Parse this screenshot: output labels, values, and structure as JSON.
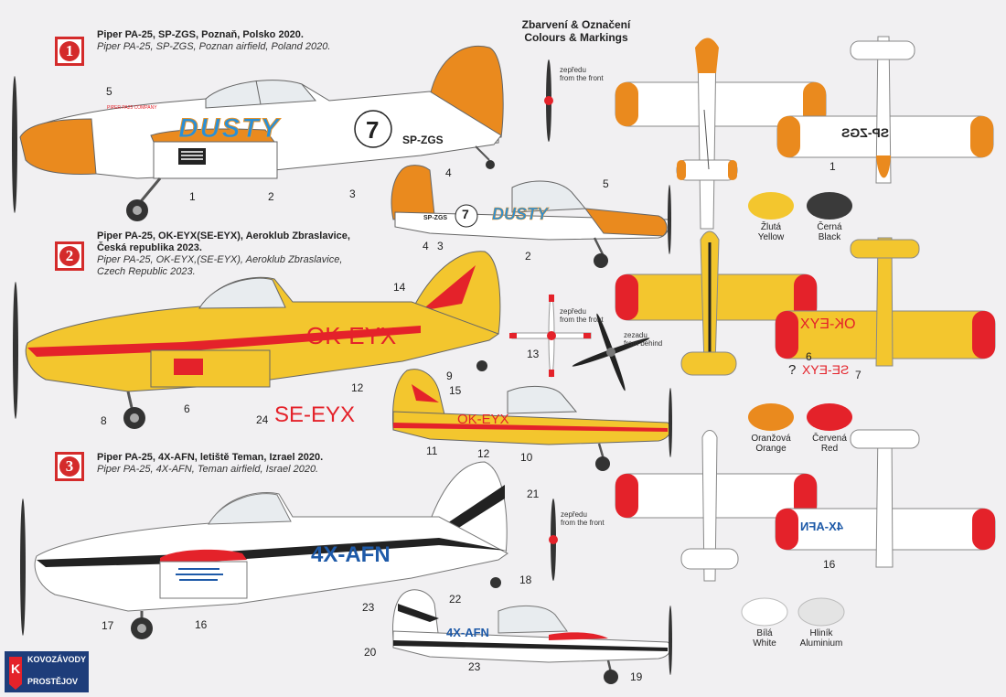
{
  "title": {
    "cz": "Zbarvení & Označení",
    "en": "Colours & Markings"
  },
  "schemes": [
    {
      "badge": "1",
      "line1": "Piper PA-25, SP-ZGS, Poznaň, Polsko 2020.",
      "line2": "",
      "line3": "Piper PA-25, SP-ZGS, Poznan airfield, Poland 2020.",
      "line4": ""
    },
    {
      "badge": "2",
      "line1": "Piper PA-25, OK-EYX(SE-EYX), Aeroklub Zbraslavice,",
      "line2": "Česká republika 2023.",
      "line3": "Piper PA-25, OK-EYX,(SE-EYX), Aeroklub Zbraslavice,",
      "line4": "Czech Republic 2023."
    },
    {
      "badge": "3",
      "line1": "Piper PA-25, 4X-AFN, letiště Teman, Izrael 2020.",
      "line2": "",
      "line3": "Piper PA-25, 4X-AFN, Teman airfield, Israel 2020.",
      "line4": ""
    }
  ],
  "registrations": {
    "sp": "SP-ZGS",
    "ok": "OK-EYX",
    "se": "SE-EYX",
    "x4": "4X-AFN",
    "ok_mirror": "OK-EYX",
    "se_mirror": "SE-EYX",
    "sp_mirror": "SP-ZGS",
    "x4_mirror": "4X-AFN"
  },
  "markings": {
    "dusty": "DUSTY",
    "race_no": "7",
    "tiny_text": "PIPER PA25 COMPANY",
    "question": "?"
  },
  "views": {
    "front1": {
      "cz": "zepředu",
      "en": "from the front"
    },
    "front2": {
      "cz": "zepředu",
      "en": "from the front"
    },
    "behind2": {
      "cz": "zezadu",
      "en": "from behind"
    },
    "front3": {
      "cz": "zepředu",
      "en": "from the front"
    }
  },
  "swatches": [
    {
      "cz": "Žlutá",
      "en": "Yellow",
      "color": "#f3c62e"
    },
    {
      "cz": "Černá",
      "en": "Black",
      "color": "#3a3a3a"
    },
    {
      "cz": "Oranžová",
      "en": "Orange",
      "color": "#ea8a1e"
    },
    {
      "cz": "Červená",
      "en": "Red",
      "color": "#e4222a"
    },
    {
      "cz": "Bílá",
      "en": "White",
      "color": "#ffffff"
    },
    {
      "cz": "Hliník",
      "en": "Aluminium",
      "color": "#e4e4e4"
    }
  ],
  "callouts": [
    "5",
    "1",
    "2",
    "3",
    "4",
    "7",
    "SP-ZGS",
    "5",
    "4",
    "3",
    "2",
    "1",
    "14",
    "12",
    "9",
    "8",
    "6",
    "24",
    "13",
    "15",
    "11",
    "12",
    "10",
    "6",
    "7",
    "21",
    "18",
    "23",
    "17",
    "16",
    "22",
    "20",
    "23",
    "19",
    "16"
  ],
  "logo": {
    "line1": "KOVOZÁVODY",
    "line2": "PROSTĚJOV"
  },
  "colors": {
    "orange": "#ea8a1e",
    "yellow": "#f3c62e",
    "red": "#e4222a",
    "blue": "#1e5aa8",
    "black": "#222222",
    "white": "#ffffff",
    "bg": "#f1f0f2"
  }
}
